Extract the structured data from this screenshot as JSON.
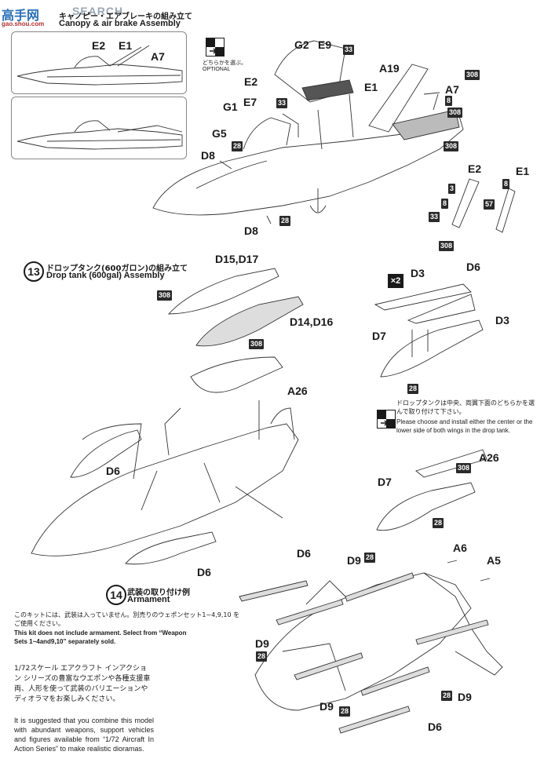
{
  "watermark": {
    "site": "SEARCH",
    "url": "gao.shou.com"
  },
  "step12": {
    "title_jp": "キャノピー・エアブレーキの組み立て",
    "title_en": "Canopy & air brake Assembly",
    "optional_jp": "どちらかを選ぶ。",
    "optional_en": "OPTIONAL"
  },
  "step13": {
    "number": "13",
    "title_jp": "ドロップタンク(600ガロン)の組み立て",
    "title_en": "Drop tank (600gal) Assembly",
    "multiplier": "×2",
    "choose_jp": "ドロップタンクは中央、両翼下面のどちらかを選んで取り付けて下さい。",
    "choose_en": "Please choose and install either the center or the lower side of both wings in the drop tank."
  },
  "step14": {
    "number": "14",
    "title_jp": "武装の取り付け例",
    "title_en": "Armament",
    "note_jp": "このキットには、武装は入っていません。別売りのウェポンセット1~4,9,10 をご使用ください。",
    "note_en": "This kit does not include armament. Select from “Weapon Sets 1~4and9,10” separately sold.",
    "combine_jp": "1/72スケール エアクラフト インアクション シリーズの豊富なウエポンや各種支援車両、人形を使って武装のバリエーションやディオラマをお楽しみください。",
    "combine_en": "It is suggested that you combine this model with abundant weapons, support vehicles and figures available from “1/72 Aircraft In Action Series” to make realistic dioramas."
  },
  "labels": {
    "E2a": "E2",
    "E1a": "E1",
    "A7a": "A7",
    "G2": "G2",
    "E9": "E9",
    "A19": "A19",
    "E2b": "E2",
    "E1b": "E1",
    "A7b": "A7",
    "G1": "G1",
    "E7": "E7",
    "G5": "G5",
    "D8a": "D8",
    "D8b": "D8",
    "E2c": "E2",
    "E1c": "E1",
    "D15": "D15,D17",
    "D14": "D14,D16",
    "D3a": "D3",
    "D6a": "D6",
    "D3b": "D3",
    "D7a": "D7",
    "A26a": "A26",
    "D6b": "D6",
    "D6c": "D6",
    "A26b": "A26",
    "D7b": "D7",
    "D6d": "D6",
    "D9a": "D9",
    "A6": "A6",
    "A5": "A5",
    "D9b": "D9",
    "D9c": "D9",
    "D9d": "D9",
    "D6e": "D6"
  },
  "nums": {
    "n33a": "33",
    "n308a": "308",
    "n33b": "33",
    "n8a": "8",
    "n308b": "308",
    "n308c": "308",
    "n28a": "28",
    "n28b": "28",
    "n3": "3",
    "n8b": "8",
    "n8c": "8",
    "n57": "57",
    "n33c": "33",
    "n308d": "308",
    "n308e": "308",
    "n308f": "308",
    "n28c": "28",
    "n308g": "308",
    "n28d": "28",
    "n28e": "28",
    "n28f": "28",
    "n28g": "28",
    "n28h": "28"
  }
}
